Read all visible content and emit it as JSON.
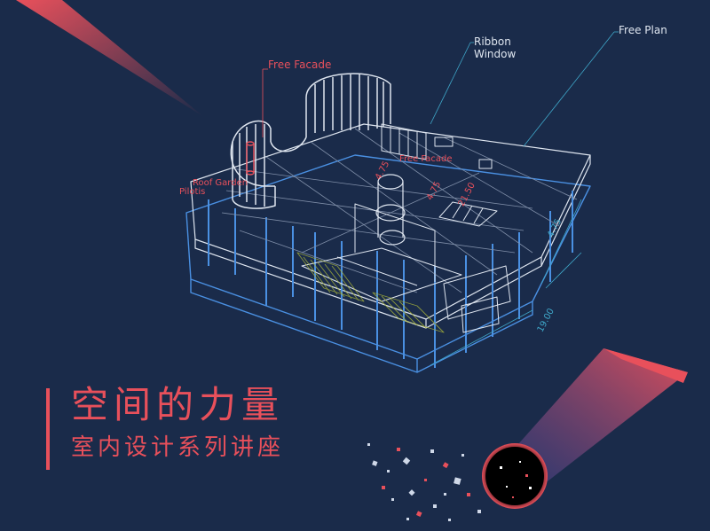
{
  "colors": {
    "background": "#1a2b4a",
    "accent": "#e8505b",
    "line_white": "#dfe6f0",
    "line_blue": "#4a90e2",
    "line_grey": "#7f8ea8",
    "dim_teal": "#3fa7c9"
  },
  "annotations": {
    "free_facade": "Free Facade",
    "ribbon_window": "Ribbon\nWindow",
    "free_plan": "Free Plan",
    "free_facade_inner": "Free Facade",
    "roof_garden": "Roof Garden",
    "pilotis": "Pilotis"
  },
  "dimensions": {
    "right_side": "4.75",
    "bottom_side": "19.00",
    "inner_1": "4.75",
    "inner_2": "21.50",
    "inner_3": "4.75"
  },
  "title": {
    "main": "空间的力量",
    "sub": "室内设计系列讲座"
  },
  "icons": {
    "comet_top": "comet-streak-icon",
    "comet_right": "comet-streak-icon",
    "black_hole": "black-hole-icon"
  }
}
